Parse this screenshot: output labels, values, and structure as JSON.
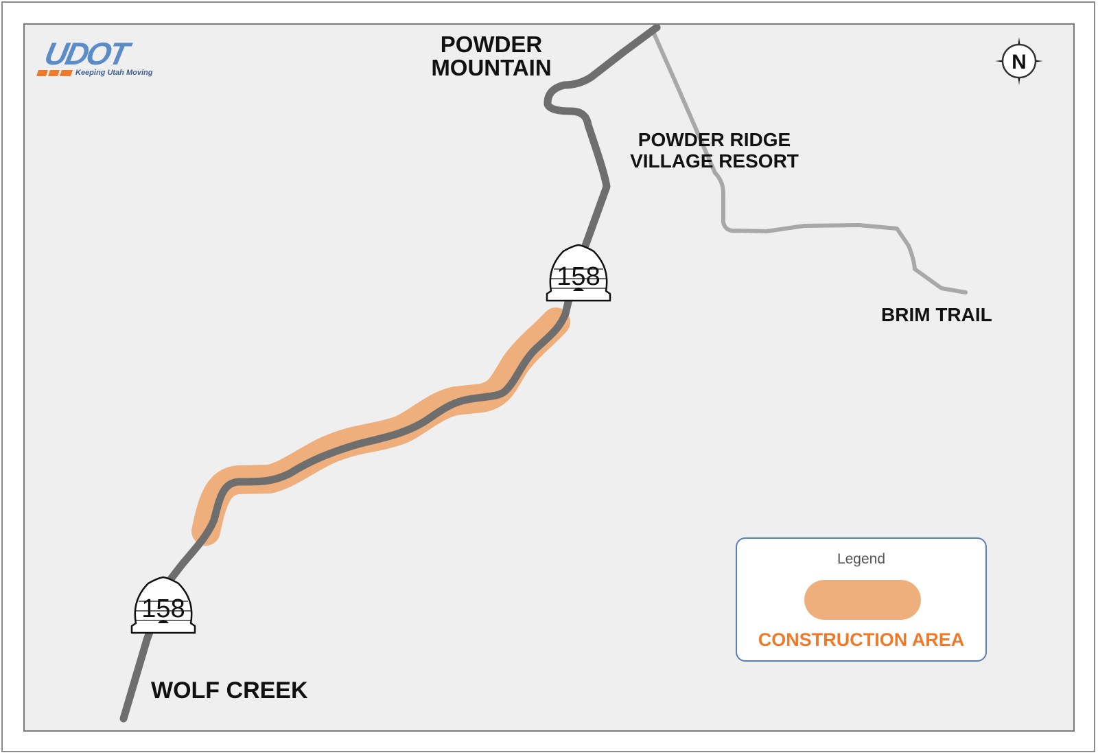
{
  "brand": {
    "logo_text": "UDOT",
    "tagline": "Keeping Utah Moving",
    "logo_color": "#5b8cc7",
    "stripe_color": "#ef7b2a"
  },
  "colors": {
    "map_background": "#efefef",
    "highway": "#6e6e6e",
    "side_road": "#a8a8a8",
    "construction_area": "#efaf7d",
    "legend_label": "#ef7b2a",
    "legend_border": "#5a7db5"
  },
  "compass": {
    "label": "N",
    "icon": "north-arrow-icon"
  },
  "places": {
    "powder_mountain": "POWDER\nMOUNTAIN",
    "powder_ridge": "POWDER RIDGE\nVILLAGE RESORT",
    "brim_trail": "BRIM TRAIL",
    "wolf_creek": "WOLF CREEK"
  },
  "route_shields": [
    {
      "number": "158",
      "icon": "utah-beehive-shield-icon"
    },
    {
      "number": "158",
      "icon": "utah-beehive-shield-icon"
    }
  ],
  "legend": {
    "title": "Legend",
    "items": [
      {
        "label": "CONSTRUCTION AREA",
        "swatch": "construction-area"
      }
    ]
  }
}
